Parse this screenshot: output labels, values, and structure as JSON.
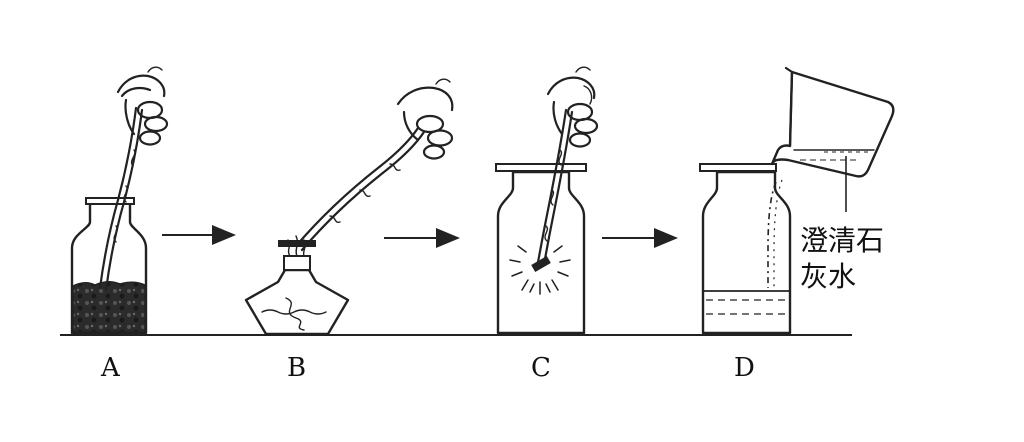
{
  "panels": [
    {
      "id": "A",
      "label": "A"
    },
    {
      "id": "B",
      "label": "B"
    },
    {
      "id": "C",
      "label": "C"
    },
    {
      "id": "D",
      "label": "D"
    }
  ],
  "callout": {
    "line1": "澄清石",
    "line2": "灰水"
  },
  "colors": {
    "ink": "#222222",
    "charcoal": "#2b2b2b",
    "background": "#ffffff"
  }
}
